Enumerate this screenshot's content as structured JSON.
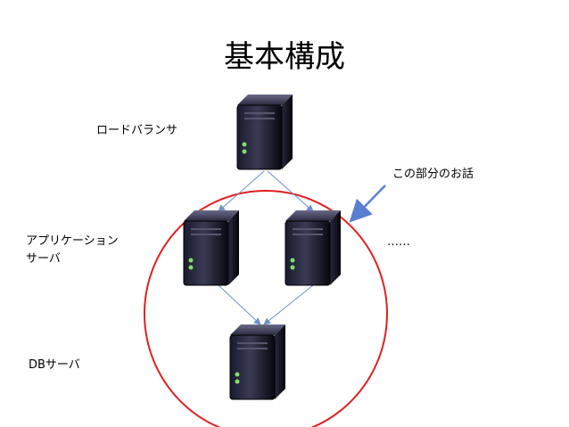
{
  "title": "基本構成",
  "labels": {
    "load_balancer": "ロードバランサ",
    "app_server": "アプリケーション\nサーバ",
    "db_server": "DBサーバ",
    "note": "この部分のお話",
    "ellipsis": "……"
  },
  "nodes": [
    {
      "id": "load-balancer",
      "role": "load balancer"
    },
    {
      "id": "app-server-1",
      "role": "application server"
    },
    {
      "id": "app-server-2",
      "role": "application server"
    },
    {
      "id": "db-server",
      "role": "database server"
    }
  ],
  "edges": [
    {
      "from": "load-balancer",
      "to": "app-server-1"
    },
    {
      "from": "load-balancer",
      "to": "app-server-2"
    },
    {
      "from": "app-server-1",
      "to": "db-server"
    },
    {
      "from": "app-server-2",
      "to": "db-server"
    }
  ],
  "colors": {
    "highlight_ellipse": "#e02020",
    "connector": "#6f8fc8",
    "pointer_arrow": "#5b7fd0",
    "server_body": "#0d0d1a",
    "led": "#7fe06a"
  }
}
